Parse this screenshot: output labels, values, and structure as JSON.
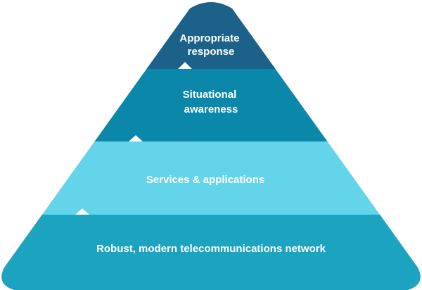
{
  "diagram": {
    "type": "pyramid",
    "levels": [
      {
        "id": "appropriate-response",
        "lines": [
          "Appropriate",
          "response"
        ],
        "color": "#1b6189"
      },
      {
        "id": "situational-awareness",
        "lines": [
          "Situational",
          "awareness"
        ],
        "color": "#0b87aa"
      },
      {
        "id": "services-applications",
        "lines": [
          "Services & applications"
        ],
        "color": "#63d4ea"
      },
      {
        "id": "telecom-network",
        "lines": [
          "Robust, modern telecommunications network"
        ],
        "color": "#1ba3bf"
      }
    ]
  }
}
